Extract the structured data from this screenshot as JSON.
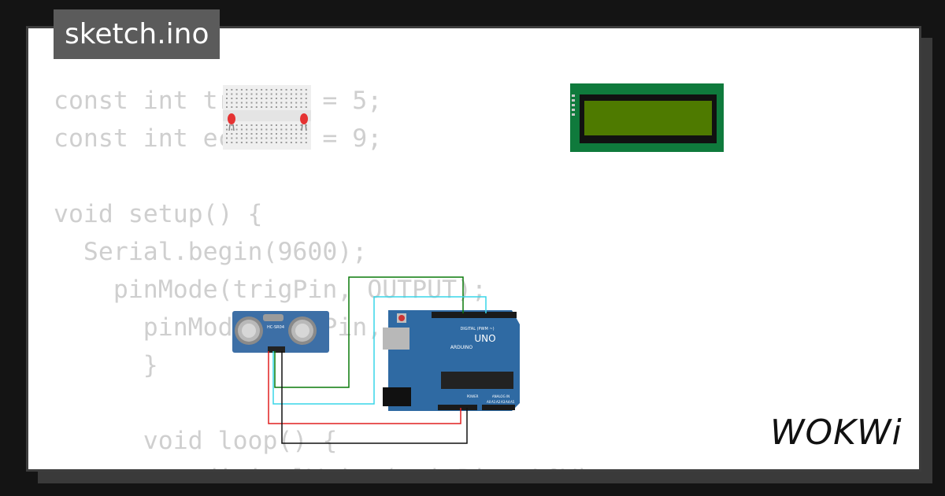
{
  "title": "sketch.ino",
  "logo": "WOKWi",
  "code_lines": [
    "const int trigPin = 5;",
    "const int echoPin = 9;",
    "",
    "void setup() {",
    "  Serial.begin(9600);",
    "    pinMode(trigPin, OUTPUT);",
    "      pinMode(echoPin, INPUT);",
    "      }",
    "",
    "      void loop() {",
    "          digitalWrite(trigPin, LOW);"
  ],
  "components": {
    "sensor_label": "HC-SR04",
    "arduino": {
      "brand": "ARDUINO",
      "model": "UNO",
      "digital_label": "DIGITAL (PWM ~)",
      "power_label": "POWER",
      "analog_label": "ANALOG IN",
      "analog_pins": [
        "A0",
        "A1",
        "A2",
        "A3",
        "A4",
        "A5"
      ]
    }
  },
  "colors": {
    "background": "#141414",
    "card": "#ffffff",
    "title_tag": "#5b5b5b",
    "code_text": "#cfcfcf",
    "board_blue": "#2f6aa3",
    "lcd_pcb": "#0f7a3c",
    "lcd_screen": "#4e7a00",
    "wire_green": "#0a7a0a",
    "wire_cyan": "#38d6e8",
    "wire_red": "#e02020",
    "wire_black": "#111111"
  }
}
